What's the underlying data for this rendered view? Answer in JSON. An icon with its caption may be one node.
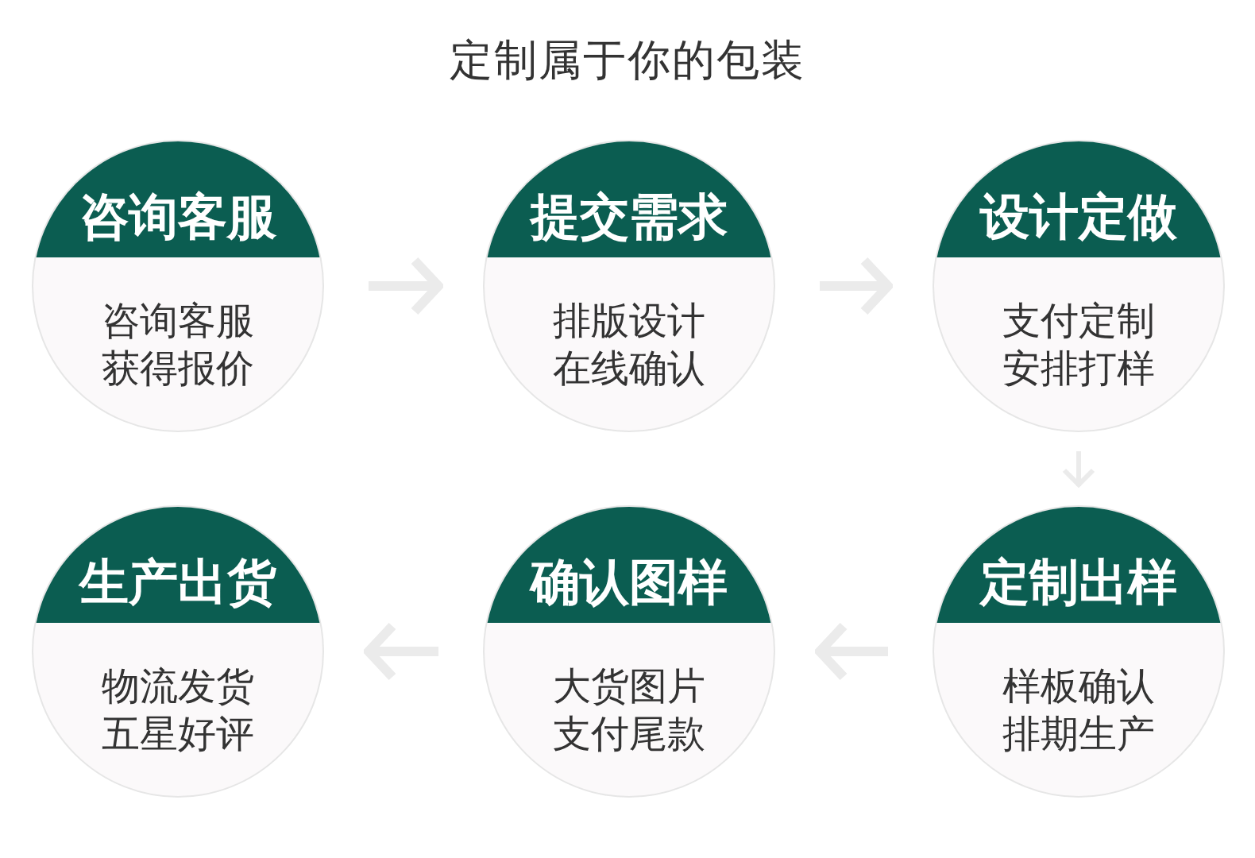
{
  "diagram": {
    "title": "定制属于你的包装",
    "nodes": [
      {
        "text": [
          "咨询客服",
          "咨询客服获得报价"
        ]
      },
      {
        "text": [
          "提交需求",
          "排版设计在线确认"
        ]
      },
      {
        "text": [
          "设计定做",
          "支付定制安排打样"
        ]
      },
      {
        "text": [
          "生产出货",
          "物流发货五星好评"
        ]
      },
      {
        "text": [
          "确认图样",
          "大货图片支付尾款"
        ]
      },
      {
        "text": [
          "定制出样",
          "样板确认排期生产"
        ]
      }
    ],
    "edges": [
      {
        "from": 0,
        "to": 1,
        "arrow": "to"
      },
      {
        "from": 1,
        "to": 2,
        "arrow": "to"
      },
      {
        "from": 2,
        "to": 5,
        "arrow": "to"
      },
      {
        "from": 5,
        "to": 4,
        "arrow": "to"
      },
      {
        "from": 4,
        "to": 3,
        "arrow": "to"
      }
    ]
  }
}
